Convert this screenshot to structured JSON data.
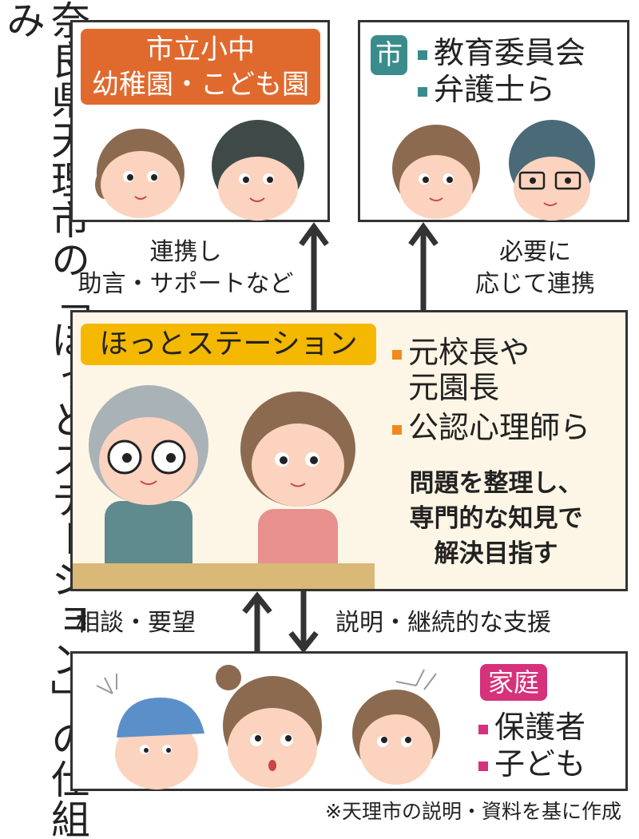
{
  "title": "奈良県天理市の「ほっとステーション」の仕組み",
  "schools": {
    "tag_line1": "市立小中",
    "tag_line2": "幼稚園・こども園",
    "color": "#e06a2e"
  },
  "city": {
    "tag": "市",
    "items": [
      "教育委員会",
      "弁護士ら"
    ],
    "color": "#3a8c8c"
  },
  "left_link": {
    "line1": "連携し",
    "line2": "助言・サポートなど"
  },
  "right_link": {
    "line1": "必要に",
    "line2": "応じて連携"
  },
  "station": {
    "tag": "ほっとステーション",
    "items": [
      "元校長や\n元園長",
      "公認心理師ら"
    ],
    "desc": [
      "問題を整理し、",
      "専門的な知見で",
      "解決目指す"
    ],
    "color": "#f5b800",
    "bullet_color": "#f08a1c"
  },
  "up_label": "相談・要望",
  "down_label": "説明・継続的な支援",
  "family": {
    "tag": "家庭",
    "items": [
      "保護者",
      "子ども"
    ],
    "color": "#d6317b"
  },
  "source": "※天理市の説明・資料を基に作成"
}
